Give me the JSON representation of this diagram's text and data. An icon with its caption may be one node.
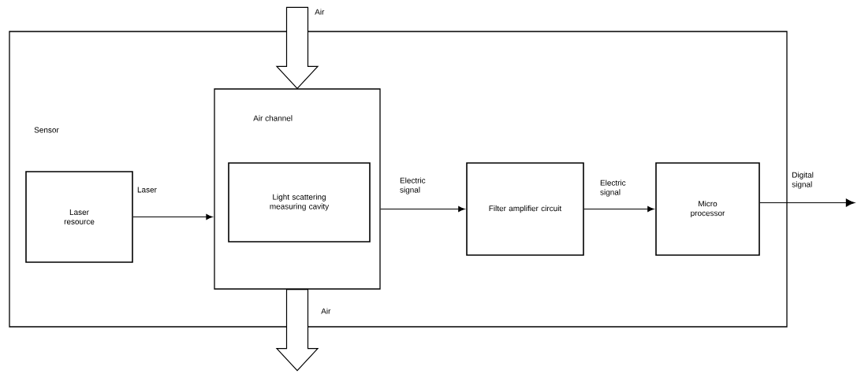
{
  "diagram": {
    "nodes": [
      {
        "text": [
          "Sensor"
        ]
      },
      {
        "text": [
          "Laser resource"
        ],
        "in": 0
      },
      {
        "text": [
          "Air channel"
        ],
        "in": 0
      },
      {
        "text": [
          "Light scattering measuring cavity"
        ],
        "in": 2
      },
      {
        "text": [
          "Filter amplifier circuit"
        ],
        "in": 0
      },
      {
        "text": [
          "Micro processor"
        ],
        "in": 0
      }
    ],
    "edges": [
      {
        "from": 1,
        "to": 2,
        "arrow": "to",
        "label": "Laser"
      },
      {
        "from": 2,
        "to": 4,
        "arrow": "to",
        "label": "Electric signal"
      },
      {
        "from": 4,
        "to": 5,
        "arrow": "to",
        "label": "Electric signal"
      },
      {
        "from": 5,
        "to": null,
        "arrow": "to",
        "label": "Digital signal"
      },
      {
        "from": null,
        "to": 2,
        "arrow": "to",
        "label": "Air",
        "style": "thick"
      },
      {
        "from": 2,
        "to": null,
        "arrow": "to",
        "label": "Air",
        "style": "thick"
      }
    ]
  }
}
